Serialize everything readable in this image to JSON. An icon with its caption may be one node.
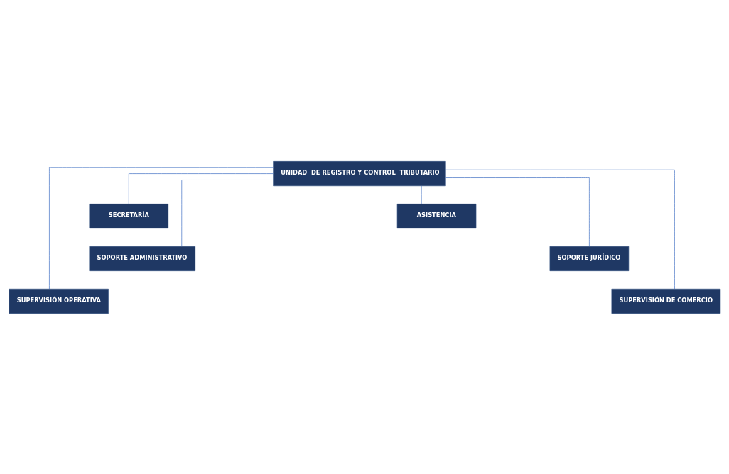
{
  "diagram": {
    "nodes": [
      {
        "text": [
          "UNIDAD  DE REGISTRO Y CONTROL  TRIBUTARIO"
        ]
      },
      {
        "text": [
          "SECRETARÍA"
        ]
      },
      {
        "text": [
          "ASISTENCIA"
        ]
      },
      {
        "text": [
          "SOPORTE ADMINISTRATIVO"
        ]
      },
      {
        "text": [
          "SOPORTE JURÍDICO"
        ]
      },
      {
        "text": [
          "SUPERVISIÓN OPERATIVA"
        ]
      },
      {
        "text": [
          "SUPERVISIÓN DE COMERCIO"
        ]
      }
    ],
    "edges": [
      {
        "from": 0,
        "to": 1,
        "arrow": "none"
      },
      {
        "from": 0,
        "to": 2,
        "arrow": "none"
      },
      {
        "from": 0,
        "to": 3,
        "arrow": "none"
      },
      {
        "from": 0,
        "to": 4,
        "arrow": "none"
      },
      {
        "from": 0,
        "to": 5,
        "arrow": "none"
      },
      {
        "from": 0,
        "to": 6,
        "arrow": "none"
      }
    ]
  }
}
